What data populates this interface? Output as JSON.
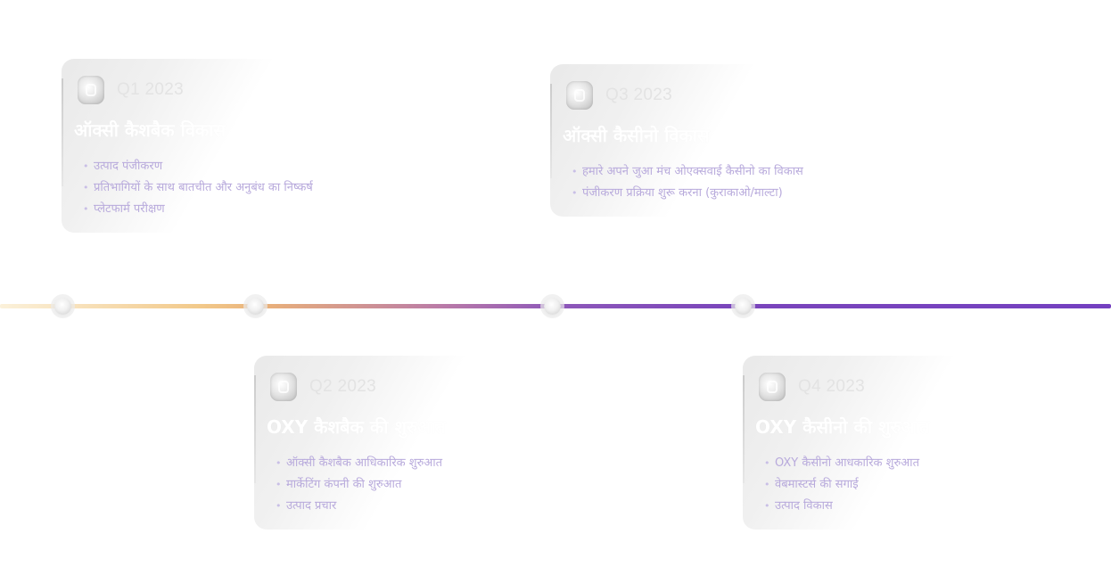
{
  "timeline": {
    "milestones": [
      {
        "quarter": "Q1 2023",
        "title": "ऑक्सी कैशबैक विकास",
        "items": [
          "उत्पाद पंजीकरण",
          "प्रतिभागियों के साथ बातचीत और अनुबंध का निष्कर्ष",
          "प्लेटफार्म परीक्षण"
        ]
      },
      {
        "quarter": "Q2 2023",
        "title": "OXY कैशबैक की शुरुआत",
        "items": [
          "ऑक्सी कैशबैक आधिकारिक शुरुआत",
          "मार्केटिंग कंपनी की शुरुआत",
          "उत्पाद प्रचार"
        ]
      },
      {
        "quarter": "Q3 2023",
        "title": "ऑक्सी कैसीनो विकास",
        "items": [
          "हमारे अपने जुआ मंच ओएक्सवाई कैसीनो का विकास",
          "पंजीकरण प्रक्रिया शुरू करना (कुराकाओ/माल्टा)"
        ]
      },
      {
        "quarter": "Q4 2023",
        "title": "OXY कैसीनो की शुरुआत",
        "items": [
          "OXY कैसीनो आधकारिक शुरुआत",
          "वेबमास्टर्स की सगाई",
          "उत्पाद विकास"
        ]
      }
    ],
    "colors": {
      "line_start": "#f2c98a",
      "line_end": "#7440c0",
      "item_text": "#b8aadc",
      "quarter_text": "#e3e3e3",
      "title_text": "#ffffff"
    }
  }
}
